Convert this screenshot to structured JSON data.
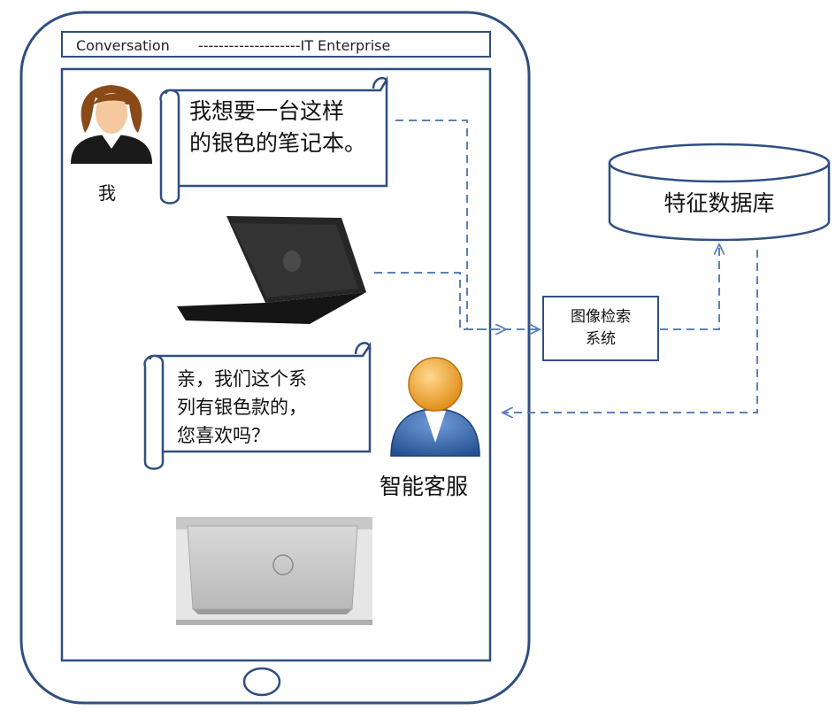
{
  "header": {
    "left": "Conversation",
    "right": "--------------------IT Enterprise"
  },
  "chat": {
    "user_label": "我",
    "user_message_line1": "我想要一台这样",
    "user_message_line2": "的银色的笔记本。",
    "agent_label": "智能客服",
    "agent_message_line1": "亲，我们这个系",
    "agent_message_line2": "列有银色款的，",
    "agent_message_line3": "您喜欢吗？"
  },
  "system": {
    "retrieval_line1": "图像检索",
    "retrieval_line2": "系统",
    "database_label": "特征数据库"
  },
  "colors": {
    "phone_outline": "#2f4f80",
    "arrow": "#5b80b8",
    "bubble_border": "#2f4f80",
    "agent_body": "#3a6fb5",
    "agent_head": "#f0a020"
  },
  "icons": {
    "user_avatar": "woman-avatar-icon",
    "agent_avatar": "agent-avatar-icon",
    "home_button": "home-button-icon"
  }
}
